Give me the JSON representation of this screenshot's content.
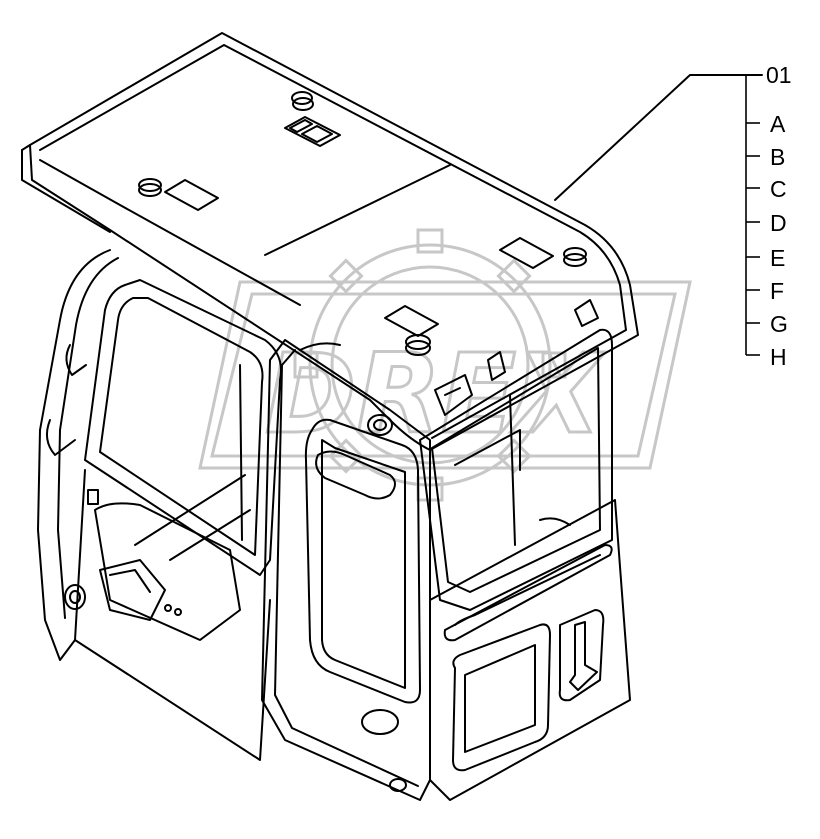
{
  "diagram": {
    "main_callout": "01",
    "callout_letters": [
      "A",
      "B",
      "C",
      "D",
      "E",
      "F",
      "G",
      "H"
    ],
    "watermark_text": "DREX",
    "part_description": "cab-assembly-exploded-view"
  },
  "colors": {
    "line": "#000000",
    "background": "#ffffff",
    "watermark": "#9a9a9a"
  }
}
